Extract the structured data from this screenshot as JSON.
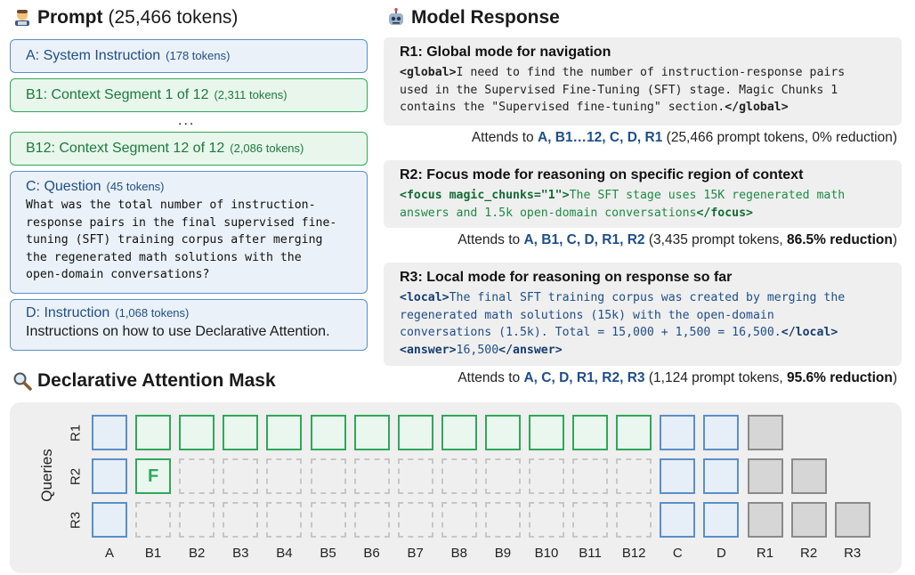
{
  "prompt": {
    "title": "Prompt",
    "tokens": "(25,466 tokens)",
    "system": {
      "title": "A: System Instruction",
      "tokens": "(178 tokens)"
    },
    "seg1": {
      "title": "B1: Context Segment 1 of 12",
      "tokens": "(2,311 tokens)"
    },
    "ellipsis": "...",
    "seg12": {
      "title": "B12: Context Segment 12 of 12",
      "tokens": "(2,086 tokens)"
    },
    "question": {
      "title": "C: Question",
      "tokens": "(45 tokens)",
      "lines": [
        "What was the total number of instruction-",
        "response pairs in the final supervised fine-",
        "tuning (SFT) training corpus after merging",
        "the regenerated math solutions with the",
        "open-domain conversations?"
      ]
    },
    "instruction": {
      "title": "D: Instruction",
      "tokens": "(1,068 tokens)",
      "text": "Instructions on how to  use Declarative Attention."
    }
  },
  "response": {
    "title": "Model Response",
    "r1": {
      "title": "R1: Global mode for navigation",
      "open": "<global>",
      "close": "</global>",
      "lines": [
        "I need to find the number of instruction-response pairs",
        "used in the Supervised Fine-Tuning (SFT) stage. Magic Chunks 1",
        "contains the \"Supervised fine-tuning\" section."
      ],
      "attends_prefix": "Attends to ",
      "attends_list": "A, B1…12, C, D, R1",
      "attends_stats": "(25,466 prompt tokens, 0% reduction)"
    },
    "r2": {
      "title": "R2: Focus mode for reasoning on specific region of context",
      "open": "<focus magic_chunks=\"1\">",
      "close": "</focus>",
      "lines": [
        "The SFT stage uses 15K regenerated math",
        "answers and 1.5k open-domain conversations"
      ],
      "attends_prefix": "Attends to ",
      "attends_list": "A, B1, C, D, R1, R2",
      "attends_stats": "(3,435 prompt tokens, ",
      "attends_reduction": "86.5% reduction",
      "attends_end": ")"
    },
    "r3": {
      "title": "R3: Local mode for reasoning on response so far",
      "open": "<local>",
      "close": "</local>",
      "lines": [
        "The final SFT training corpus was created by merging the",
        "regenerated math solutions (15k) with the open-domain",
        "conversations (1.5k). Total = 15,000 + 1,500 = 16,500."
      ],
      "answer_open": "<answer>",
      "answer_value": "16,500",
      "answer_close": "</answer>",
      "attends_prefix": "Attends to ",
      "attends_list": "A, C, D, R1, R2, R3",
      "attends_stats": "(1,124 prompt tokens, ",
      "attends_reduction": "95.6% reduction",
      "attends_end": ")"
    }
  },
  "mask": {
    "title": "Declarative Attention Mask",
    "y_axis": "Queries",
    "rows": [
      "R1",
      "R2",
      "R3"
    ],
    "columns": [
      "A",
      "B1",
      "B2",
      "B3",
      "B4",
      "B5",
      "B6",
      "B7",
      "B8",
      "B9",
      "B10",
      "B11",
      "B12",
      "C",
      "D",
      "R1",
      "R2",
      "R3"
    ],
    "cells": [
      [
        "blue",
        "green",
        "green",
        "green",
        "green",
        "green",
        "green",
        "green",
        "green",
        "green",
        "green",
        "green",
        "green",
        "blue",
        "blue",
        "gray",
        "none",
        "none"
      ],
      [
        "blue",
        "green-F",
        "empty",
        "empty",
        "empty",
        "empty",
        "empty",
        "empty",
        "empty",
        "empty",
        "empty",
        "empty",
        "empty",
        "blue",
        "blue",
        "gray",
        "gray",
        "none"
      ],
      [
        "blue",
        "empty",
        "empty",
        "empty",
        "empty",
        "empty",
        "empty",
        "empty",
        "empty",
        "empty",
        "empty",
        "empty",
        "empty",
        "blue",
        "blue",
        "gray",
        "gray",
        "gray"
      ]
    ],
    "focus_letter": "F"
  },
  "colors": {
    "context_blue": "#5a8fc8",
    "segment_green": "#2ea85a",
    "response_gray": "#8a8a8a"
  },
  "icons": [
    "coder-emoji-icon",
    "robot-emoji-icon",
    "magnifier-emoji-icon"
  ]
}
